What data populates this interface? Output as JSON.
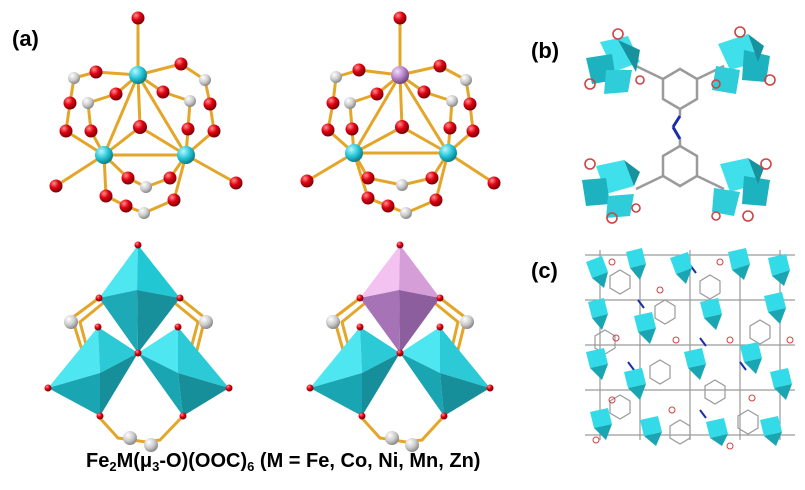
{
  "panels": {
    "a_label": "(a)",
    "b_label": "(b)",
    "c_label": "(c)"
  },
  "caption": {
    "t1": "Fe",
    "s1": "2",
    "t2": "M(μ",
    "s2": "3",
    "t3": "-O)(OOC)",
    "s3": "6",
    "t4": " (M = Fe, Co, Ni, Mn, Zn)"
  },
  "colors": {
    "fe": "#27c6d8",
    "metal_m": "#b883c8",
    "oxygen": "#e00010",
    "carbon": "#c9c9c9",
    "bond": "#e4a628",
    "poly_cyan_light": "#33e3ef",
    "poly_cyan_dark": "#1aaab7",
    "poly_pink_light": "#f1b4ef",
    "poly_pink_dark": "#a874b8",
    "nitrogen": "#1b2ea8",
    "framework_bond": "#9a9a9a"
  }
}
